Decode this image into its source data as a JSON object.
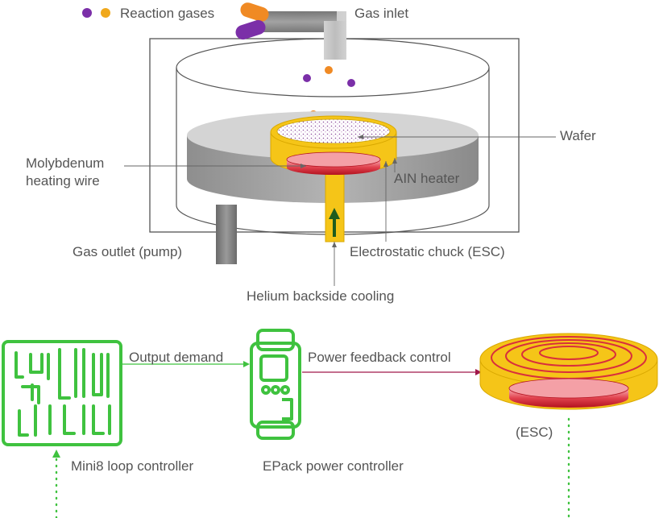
{
  "labels": {
    "reaction_gases": "Reaction gases",
    "gas_inlet": "Gas inlet",
    "wafer": "Wafer",
    "molybdenum_line1": "Molybdenum",
    "molybdenum_line2": "heating wire",
    "ain_heater": "AIN heater",
    "gas_outlet": "Gas outlet (pump)",
    "esc": "Electrostatic chuck (ESC)",
    "helium": "Helium backside cooling",
    "output_demand": "Output demand",
    "power_feedback": "Power feedback control",
    "esc_short": "(ESC)",
    "mini8": "Mini8 loop controller",
    "epack": "EPack power controller"
  },
  "colors": {
    "gas_purple": "#7b2fa8",
    "gas_orange": "#f08a24",
    "gas_amber": "#f0a81c",
    "yellow": "#f5c518",
    "green": "#3fc23f",
    "red_line": "#a0174a",
    "heater_red": "#d92f3c",
    "helium_arrow": "#1e5c1e"
  },
  "icons": {
    "mini8": "circuit-board-icon",
    "epack": "power-controller-icon",
    "esc": "heater-coil-disc-icon"
  }
}
